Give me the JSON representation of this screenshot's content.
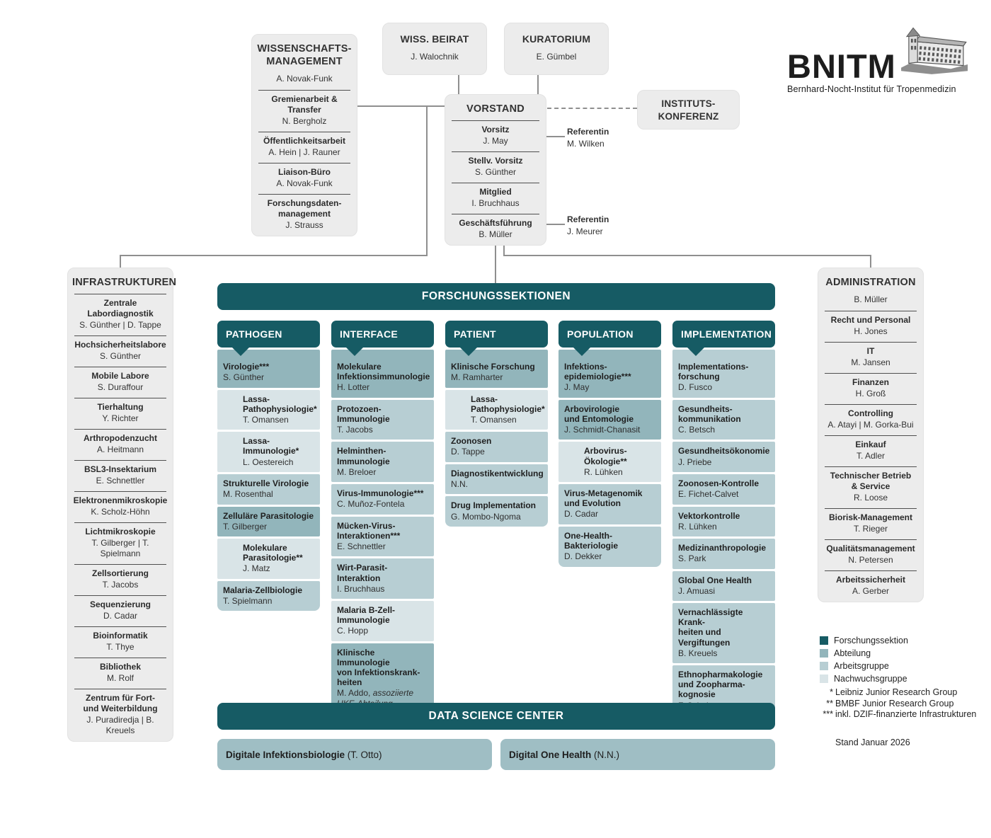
{
  "logo": {
    "acronym": "BNITM",
    "subtitle": "Bernhard-Nocht-Institut für Tropenmedizin"
  },
  "governance": {
    "wissenschaftsmanagement": {
      "title": "WISSENSCHAFTS-\nMANAGEMENT",
      "head": "A. Novak-Funk",
      "items": [
        {
          "title": "Gremienarbeit &\nTransfer",
          "name": "N. Bergholz"
        },
        {
          "title": "Öffentlichkeitsarbeit",
          "name": "A. Hein | J. Rauner"
        },
        {
          "title": "Liaison-Büro",
          "name": "A. Novak-Funk"
        },
        {
          "title": "Forschungsdaten-\nmanagement",
          "name": "J. Strauss"
        }
      ]
    },
    "wiss_beirat": {
      "title": "WISS. BEIRAT",
      "name": "J. Walochnik"
    },
    "kuratorium": {
      "title": "KURATORIUM",
      "name": "E. Gümbel"
    },
    "vorstand": {
      "title": "VORSTAND",
      "items": [
        {
          "title": "Vorsitz",
          "name": "J. May"
        },
        {
          "title": "Stellv. Vorsitz",
          "name": "S. Günther"
        },
        {
          "title": "Mitglied",
          "name": "I. Bruchhaus"
        },
        {
          "title": "Geschäftsführung",
          "name": "B. Müller"
        }
      ]
    },
    "institutskonferenz": {
      "title": "INSTITUTS-\nKONFERENZ"
    },
    "referenten": [
      {
        "role": "Referentin",
        "name": "M. Wilken"
      },
      {
        "role": "Referentin",
        "name": "J. Meurer"
      }
    ]
  },
  "infrastrukturen": {
    "title": "INFRASTRUKTUREN",
    "items": [
      {
        "title": "Zentrale Labordiagnostik",
        "name": "S. Günther | D. Tappe"
      },
      {
        "title": "Hochsicherheitslabore",
        "name": "S. Günther"
      },
      {
        "title": "Mobile Labore",
        "name": "S. Duraffour"
      },
      {
        "title": "Tierhaltung",
        "name": "Y. Richter"
      },
      {
        "title": "Arthropodenzucht",
        "name": "A. Heitmann"
      },
      {
        "title": "BSL3-Insektarium",
        "name": "E. Schnettler"
      },
      {
        "title": "Elektronenmikroskopie",
        "name": "K. Scholz-Höhn"
      },
      {
        "title": "Lichtmikroskopie",
        "name": "T. Gilberger | T. Spielmann"
      },
      {
        "title": "Zellsortierung",
        "name": "T. Jacobs"
      },
      {
        "title": "Sequenzierung",
        "name": "D. Cadar"
      },
      {
        "title": "Bioinformatik",
        "name": "T. Thye"
      },
      {
        "title": "Bibliothek",
        "name": "M. Rolf"
      },
      {
        "title": "Zentrum für Fort-\nund Weiterbildung",
        "name": "J. Puradiredja | B. Kreuels"
      }
    ]
  },
  "administration": {
    "title": "ADMINISTRATION",
    "head": "B. Müller",
    "items": [
      {
        "title": "Recht und Personal",
        "name": "H. Jones"
      },
      {
        "title": "IT",
        "name": "M. Jansen"
      },
      {
        "title": "Finanzen",
        "name": "H. Groß"
      },
      {
        "title": "Controlling",
        "name": "A. Atayi | M. Gorka-Bui"
      },
      {
        "title": "Einkauf",
        "name": "T. Adler"
      },
      {
        "title": "Technischer Betrieb\n& Service",
        "name": "R. Loose"
      },
      {
        "title": "Biorisk-Management",
        "name": "T. Rieger"
      },
      {
        "title": "Qualitätsmanagement",
        "name": "N. Petersen"
      },
      {
        "title": "Arbeitssicherheit",
        "name": "A. Gerber"
      }
    ]
  },
  "forschungssektionen": {
    "title": "FORSCHUNGSSEKTIONEN",
    "sections": [
      {
        "label": "PATHOGEN",
        "groups": [
          {
            "title": "Virologie***",
            "name": "S. Günther",
            "level": "abteilung"
          },
          {
            "title": "Lassa-\nPathophysiologie*",
            "name": "T. Omansen",
            "level": "nachwuchs",
            "indent": true
          },
          {
            "title": "Lassa-Immunologie*",
            "name": "L. Oestereich",
            "level": "nachwuchs",
            "indent": true
          },
          {
            "title": "Strukturelle Virologie",
            "name": "M. Rosenthal",
            "level": "arbeitsgruppe"
          },
          {
            "title": "Zelluläre Parasitologie",
            "name": "T. Gilberger",
            "level": "abteilung"
          },
          {
            "title": "Molekulare\nParasitologie**",
            "name": "J. Matz",
            "level": "nachwuchs",
            "indent": true
          },
          {
            "title": "Malaria-Zellbiologie",
            "name": "T. Spielmann",
            "level": "arbeitsgruppe"
          }
        ]
      },
      {
        "label": "INTERFACE",
        "groups": [
          {
            "title": "Molekulare\nInfektionsimmunologie",
            "name": "H. Lotter",
            "level": "abteilung"
          },
          {
            "title": "Protozoen-Immunologie",
            "name": "T. Jacobs",
            "level": "arbeitsgruppe"
          },
          {
            "title": "Helminthen-\nImmunologie",
            "name": "M. Breloer",
            "level": "arbeitsgruppe"
          },
          {
            "title": "Virus-Immunologie***",
            "name": "C. Muñoz-Fontela",
            "level": "arbeitsgruppe"
          },
          {
            "title": "Mücken-Virus-\nInteraktionen***",
            "name": "E. Schnettler",
            "level": "arbeitsgruppe"
          },
          {
            "title": "Wirt-Parasit-Interaktion",
            "name": "I. Bruchhaus",
            "level": "arbeitsgruppe"
          },
          {
            "title": "Malaria B-Zell-\nImmunologie",
            "name": "C. Hopp",
            "level": "nachwuchs"
          },
          {
            "title": "Klinische Immunologie\nvon Infektionskrank-\nheiten",
            "name": "M. Addo,",
            "note": "assoziierte UKE-Abteilung",
            "level": "abteilung"
          }
        ]
      },
      {
        "label": "PATIENT",
        "groups": [
          {
            "title": "Klinische Forschung",
            "name": "M. Ramharter",
            "level": "abteilung"
          },
          {
            "title": "Lassa-\nPathophysiologie*",
            "name": "T. Omansen",
            "level": "nachwuchs",
            "indent": true
          },
          {
            "title": "Zoonosen",
            "name": "D. Tappe",
            "level": "arbeitsgruppe"
          },
          {
            "title": "Diagnostikentwicklung",
            "name": "N.N.",
            "level": "arbeitsgruppe"
          },
          {
            "title": "Drug Implementation",
            "name": "G. Mombo-Ngoma",
            "level": "arbeitsgruppe"
          }
        ]
      },
      {
        "label": "POPULATION",
        "groups": [
          {
            "title": "Infektions-\nepidemiologie***",
            "name": "J. May",
            "level": "abteilung"
          },
          {
            "title": "Arbovirologie\nund Entomologie",
            "name": "J. Schmidt-Chanasit",
            "level": "abteilung"
          },
          {
            "title": "Arbovirus-Ökologie**",
            "name": "R. Lühken",
            "level": "nachwuchs",
            "indent": true
          },
          {
            "title": "Virus-Metagenomik\nund Evolution",
            "name": "D. Cadar",
            "level": "arbeitsgruppe"
          },
          {
            "title": "One-Health-Bakteriologie",
            "name": "D. Dekker",
            "level": "arbeitsgruppe"
          }
        ]
      },
      {
        "label": "IMPLEMENTATION",
        "groups": [
          {
            "title": "Implementations-\nforschung",
            "name": "D. Fusco",
            "level": "arbeitsgruppe"
          },
          {
            "title": "Gesundheits-\nkommunikation",
            "name": "C. Betsch",
            "level": "arbeitsgruppe"
          },
          {
            "title": "Gesundheitsökonomie",
            "name": "J. Priebe",
            "level": "arbeitsgruppe"
          },
          {
            "title": "Zoonosen-Kontrolle",
            "name": "E. Fichet-Calvet",
            "level": "arbeitsgruppe"
          },
          {
            "title": "Vektorkontrolle",
            "name": "R. Lühken",
            "level": "arbeitsgruppe"
          },
          {
            "title": "Medizinanthropologie",
            "name": "S. Park",
            "level": "arbeitsgruppe"
          },
          {
            "title": "Global One Health",
            "name": "J. Amuasi",
            "level": "arbeitsgruppe"
          },
          {
            "title": "Vernachlässigte Krank-\nheiten und Vergiftungen",
            "name": "B. Kreuels",
            "level": "arbeitsgruppe"
          },
          {
            "title": "Ethnopharmakologie\nund Zoopharma-\nkognosie",
            "name": "F. Schultz",
            "level": "arbeitsgruppe"
          }
        ]
      }
    ]
  },
  "data_science_center": {
    "title": "DATA SCIENCE CENTER",
    "units": [
      {
        "title": "Digitale Infektionsbiologie",
        "name": "(T. Otto)"
      },
      {
        "title": "Digital One Health",
        "name": "(N.N.)"
      }
    ]
  },
  "legend": {
    "items": [
      {
        "label": "Forschungssektion",
        "color": "#165B64"
      },
      {
        "label": "Abteilung",
        "color": "#92B5BB"
      },
      {
        "label": "Arbeitsgruppe",
        "color": "#B7CED3"
      },
      {
        "label": "Nachwuchsgruppe",
        "color": "#D9E4E7"
      }
    ]
  },
  "footnotes": [
    {
      "marker": "*",
      "text": "Leibniz Junior Research Group"
    },
    {
      "marker": "**",
      "text": "BMBF Junior Research Group"
    },
    {
      "marker": "***",
      "text": "inkl. DZIF-finanzierte Infrastrukturen"
    }
  ],
  "stand": "Stand Januar 2026",
  "colors": {
    "forschungssektion": "#165B64",
    "abteilung": "#92B5BB",
    "arbeitsgruppe": "#B7CED3",
    "nachwuchsgruppe": "#D9E4E7",
    "panel_gray": "#ECECEC",
    "connector": "#8F8F8F"
  }
}
